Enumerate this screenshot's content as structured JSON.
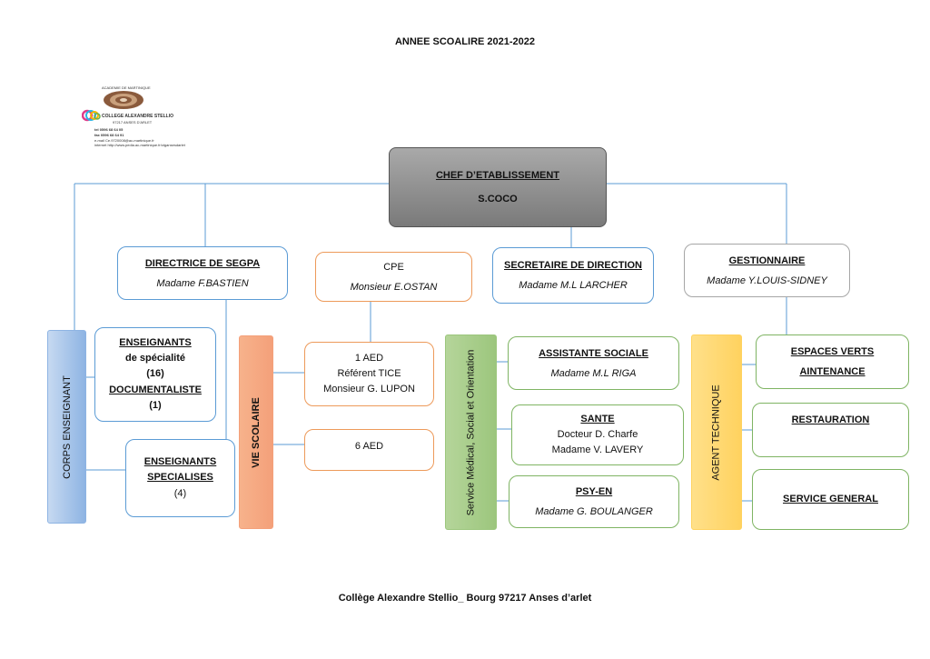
{
  "title": "ANNEE SCOALIRE 2021-2022",
  "footer": "Collège Alexandre Stellio_ Bourg   97217 Anses d’arlet",
  "logo": {
    "top_line": "ACADEMIE DE MARTINIQUE",
    "name": "COLLEGE ALEXANDRE STELLIO",
    "city": "97217 ANSES D'ARLET",
    "tel": "tel   0596 68 64 05",
    "fax": "fax   0596 68 64 91",
    "email": "e-mail  Ce.9720008@ac-martinique.fr",
    "web": "internet  http://www.pedia.ac-martinique.fr/ctgansesdarlet",
    "colors": [
      "#e03c8a",
      "#2bb5e5",
      "#f5b800",
      "#6ab04c"
    ]
  },
  "head": {
    "title": "CHEF D’ETABLISSEMENT",
    "name": "S.COCO"
  },
  "segpa": {
    "title": "DIRECTRICE DE SEGPA",
    "name": "Madame F.BASTIEN"
  },
  "cpe": {
    "title": "CPE",
    "name": "Monsieur E.OSTAN"
  },
  "secretaire": {
    "title": "SECRETAIRE DE DIRECTION",
    "name": "Madame M.L LARCHER"
  },
  "gestionnaire": {
    "title": "GESTIONNAIRE",
    "name": "Madame Y.LOUIS-SIDNEY"
  },
  "corps": {
    "label": "CORPS ENSEIGNANT",
    "ens_title": "ENSEIGNANTS",
    "ens_sub": "de spécialité",
    "ens_count": "(16)",
    "doc_title": "DOCUMENTALISTE",
    "doc_count": "(1)",
    "spec_title1": "ENSEIGNANTS",
    "spec_title2": "SPECIALISES",
    "spec_count": "(4)"
  },
  "vie": {
    "label": "VIE SCOLAIRE",
    "aed1_line1": "1 AED",
    "aed1_line2": "Référent TICE",
    "aed1_line3": "Monsieur G. LUPON",
    "aed2": "6 AED"
  },
  "service": {
    "label": "Service Médical, Social et Orientation",
    "assist_title": "ASSISTANTE SOCIALE",
    "assist_name": "Madame M.L RIGA",
    "sante_title": "SANTE",
    "sante_name1": "Docteur D. Charfe",
    "sante_name2": "Madame V. LAVERY",
    "psy_title": "PSY-EN",
    "psy_name": "Madame G. BOULANGER"
  },
  "agent": {
    "label": "AGENT TECHNIQUE",
    "espaces1": "ESPACES VERTS",
    "espaces2": "AINTENANCE",
    "restauration": "RESTAURATION",
    "service_general": "SERVICE GENERAL"
  }
}
